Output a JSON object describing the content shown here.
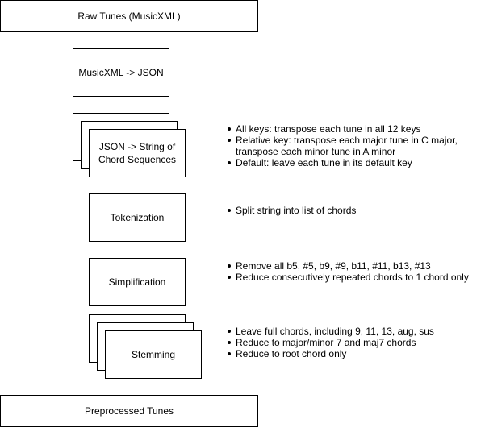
{
  "boxes": {
    "raw_tunes": "Raw Tunes (MusicXML)",
    "musicxml_to_json": "MusicXML -> JSON",
    "json_to_chords_line1": "JSON -> String of",
    "json_to_chords_line2": "Chord Sequences",
    "tokenization": "Tokenization",
    "simplification": "Simplification",
    "stemming": "Stemming",
    "preprocessed_tunes": "Preprocessed Tunes"
  },
  "notes": {
    "json_to_chords": [
      "All keys: transpose each tune in all 12 keys",
      "Relative key: transpose each major tune in C major,",
      "transpose each minor tune in A minor",
      "Default: leave each tune in its default key"
    ],
    "tokenization": [
      "Split string into list of chords"
    ],
    "simplification": [
      "Remove all b5, #5, b9, #9, b11, #11, b13, #13",
      "Reduce consecutively repeated chords to 1 chord only"
    ],
    "stemming": [
      "Leave full chords, including 9, 11, 13, aug, sus",
      "Reduce to major/minor 7 and maj7 chords",
      "Reduce to root chord only"
    ]
  }
}
